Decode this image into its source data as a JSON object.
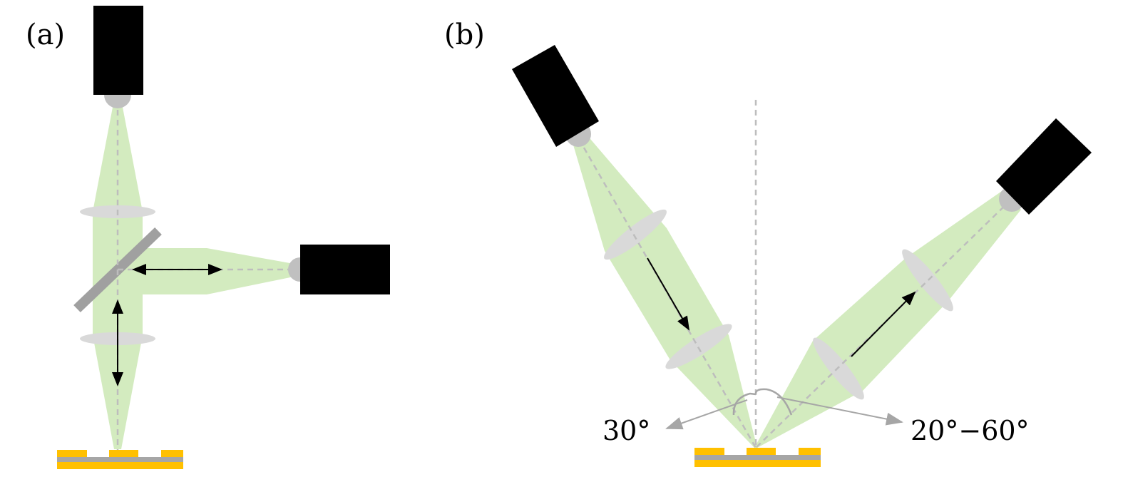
{
  "panels": {
    "a": {
      "label": "(a)"
    },
    "b": {
      "label": "(b)",
      "angle_left": "30°",
      "angle_right": "20°−60°"
    }
  },
  "colors": {
    "beam": "#d3ebbf",
    "lens": "#d9d9d9",
    "camera": "#000000",
    "mirror": "#a0a0a0",
    "sample_gold": "#ffc000",
    "sample_layer": "#a6a6a6",
    "guide": "#a6a6a6"
  }
}
